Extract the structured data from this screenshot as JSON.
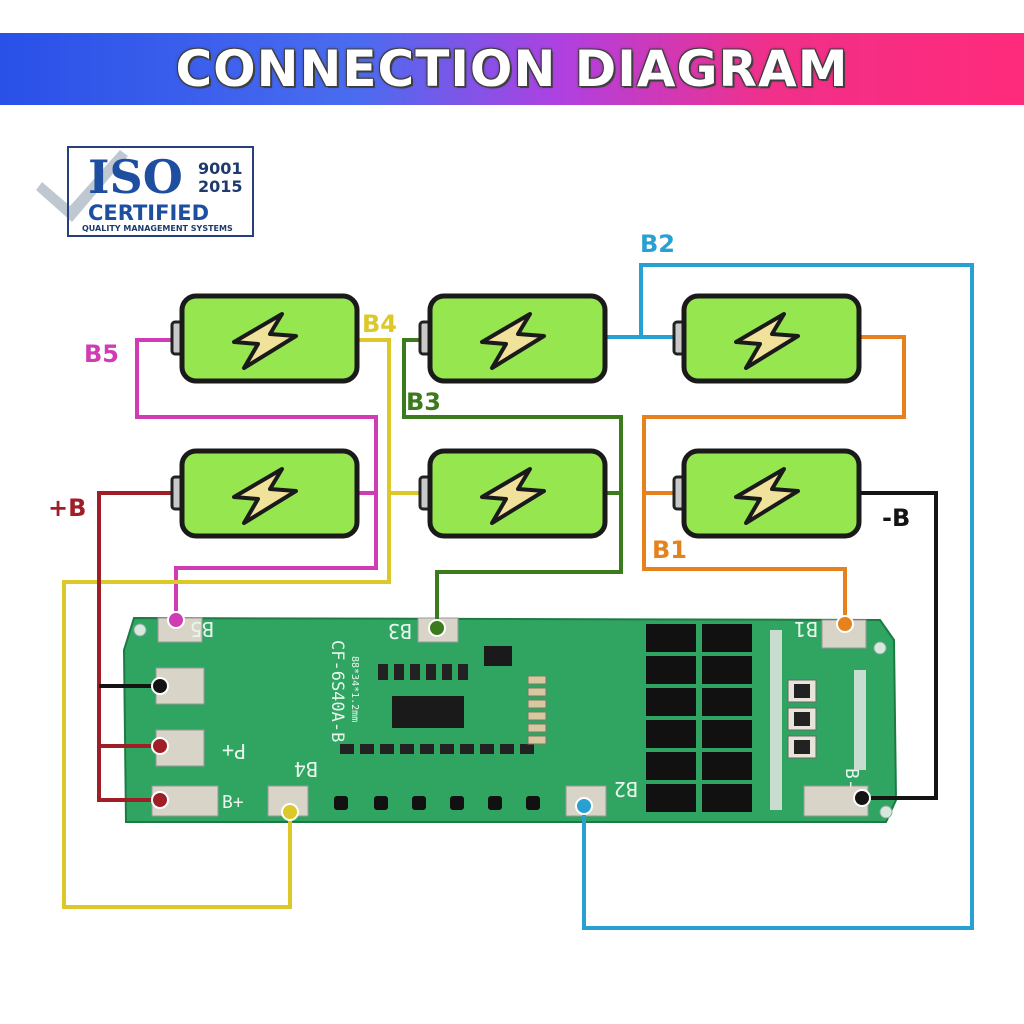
{
  "title": "CONNECTION DIAGRAM",
  "badge": {
    "main": "ISO",
    "year_top": "9001",
    "year_bottom": "2015",
    "certified": "CERTIFIED",
    "subtitle": "QUALITY MANAGEMENT SYSTEMS"
  },
  "labels": {
    "b5": "B5",
    "b4": "B4",
    "b3": "B3",
    "b2": "B2",
    "b1": "B1",
    "plus_b": "+B",
    "minus_b": "-B"
  },
  "board": {
    "model": "CF-6S40A-B",
    "dimensions": "88*34*1.2mm",
    "pad_b5": "B5",
    "pad_b4": "B4",
    "pad_b3": "B3",
    "pad_b2": "B2",
    "pad_b1": "B1",
    "pad_p_plus": "P+",
    "pad_b_plus": "B+",
    "pad_b_minus": "B-"
  },
  "colors": {
    "b5": "#d03cb4",
    "b4": "#dcc828",
    "b3": "#3c7a1e",
    "b2": "#28a0d2",
    "b1": "#e6821e",
    "plus_b": "#a01e28",
    "minus_b": "#141414",
    "battery_fill": "#96e650",
    "pcb": "#2fa561"
  }
}
